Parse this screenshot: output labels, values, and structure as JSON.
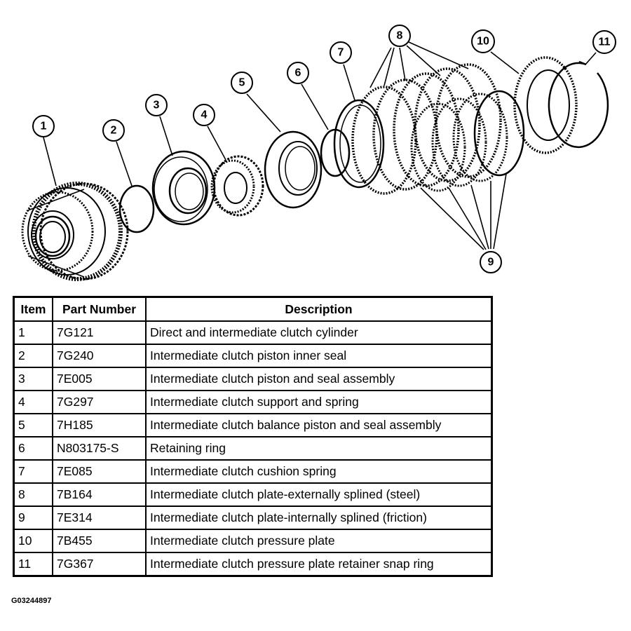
{
  "callouts": [
    "1",
    "2",
    "3",
    "4",
    "5",
    "6",
    "7",
    "8",
    "9",
    "10",
    "11"
  ],
  "table": {
    "headers": {
      "item": "Item",
      "part_number": "Part Number",
      "description": "Description"
    },
    "rows": [
      {
        "item": "1",
        "part_number": "7G121",
        "description": "Direct and intermediate clutch cylinder"
      },
      {
        "item": "2",
        "part_number": "7G240",
        "description": "Intermediate clutch piston inner seal"
      },
      {
        "item": "3",
        "part_number": "7E005",
        "description": "Intermediate clutch piston and seal assembly"
      },
      {
        "item": "4",
        "part_number": "7G297",
        "description": "Intermediate clutch support and spring"
      },
      {
        "item": "5",
        "part_number": "7H185",
        "description": "Intermediate clutch balance piston and seal assembly"
      },
      {
        "item": "6",
        "part_number": "N803175-S",
        "description": "Retaining ring"
      },
      {
        "item": "7",
        "part_number": "7E085",
        "description": "Intermediate clutch cushion spring"
      },
      {
        "item": "8",
        "part_number": "7B164",
        "description": "Intermediate clutch plate-externally splined (steel)"
      },
      {
        "item": "9",
        "part_number": "7E314",
        "description": "Intermediate clutch plate-internally splined (friction)"
      },
      {
        "item": "10",
        "part_number": "7B455",
        "description": "Intermediate clutch pressure plate"
      },
      {
        "item": "11",
        "part_number": "7G367",
        "description": "Intermediate clutch pressure plate retainer snap ring"
      }
    ]
  },
  "image_code": "G03244897"
}
